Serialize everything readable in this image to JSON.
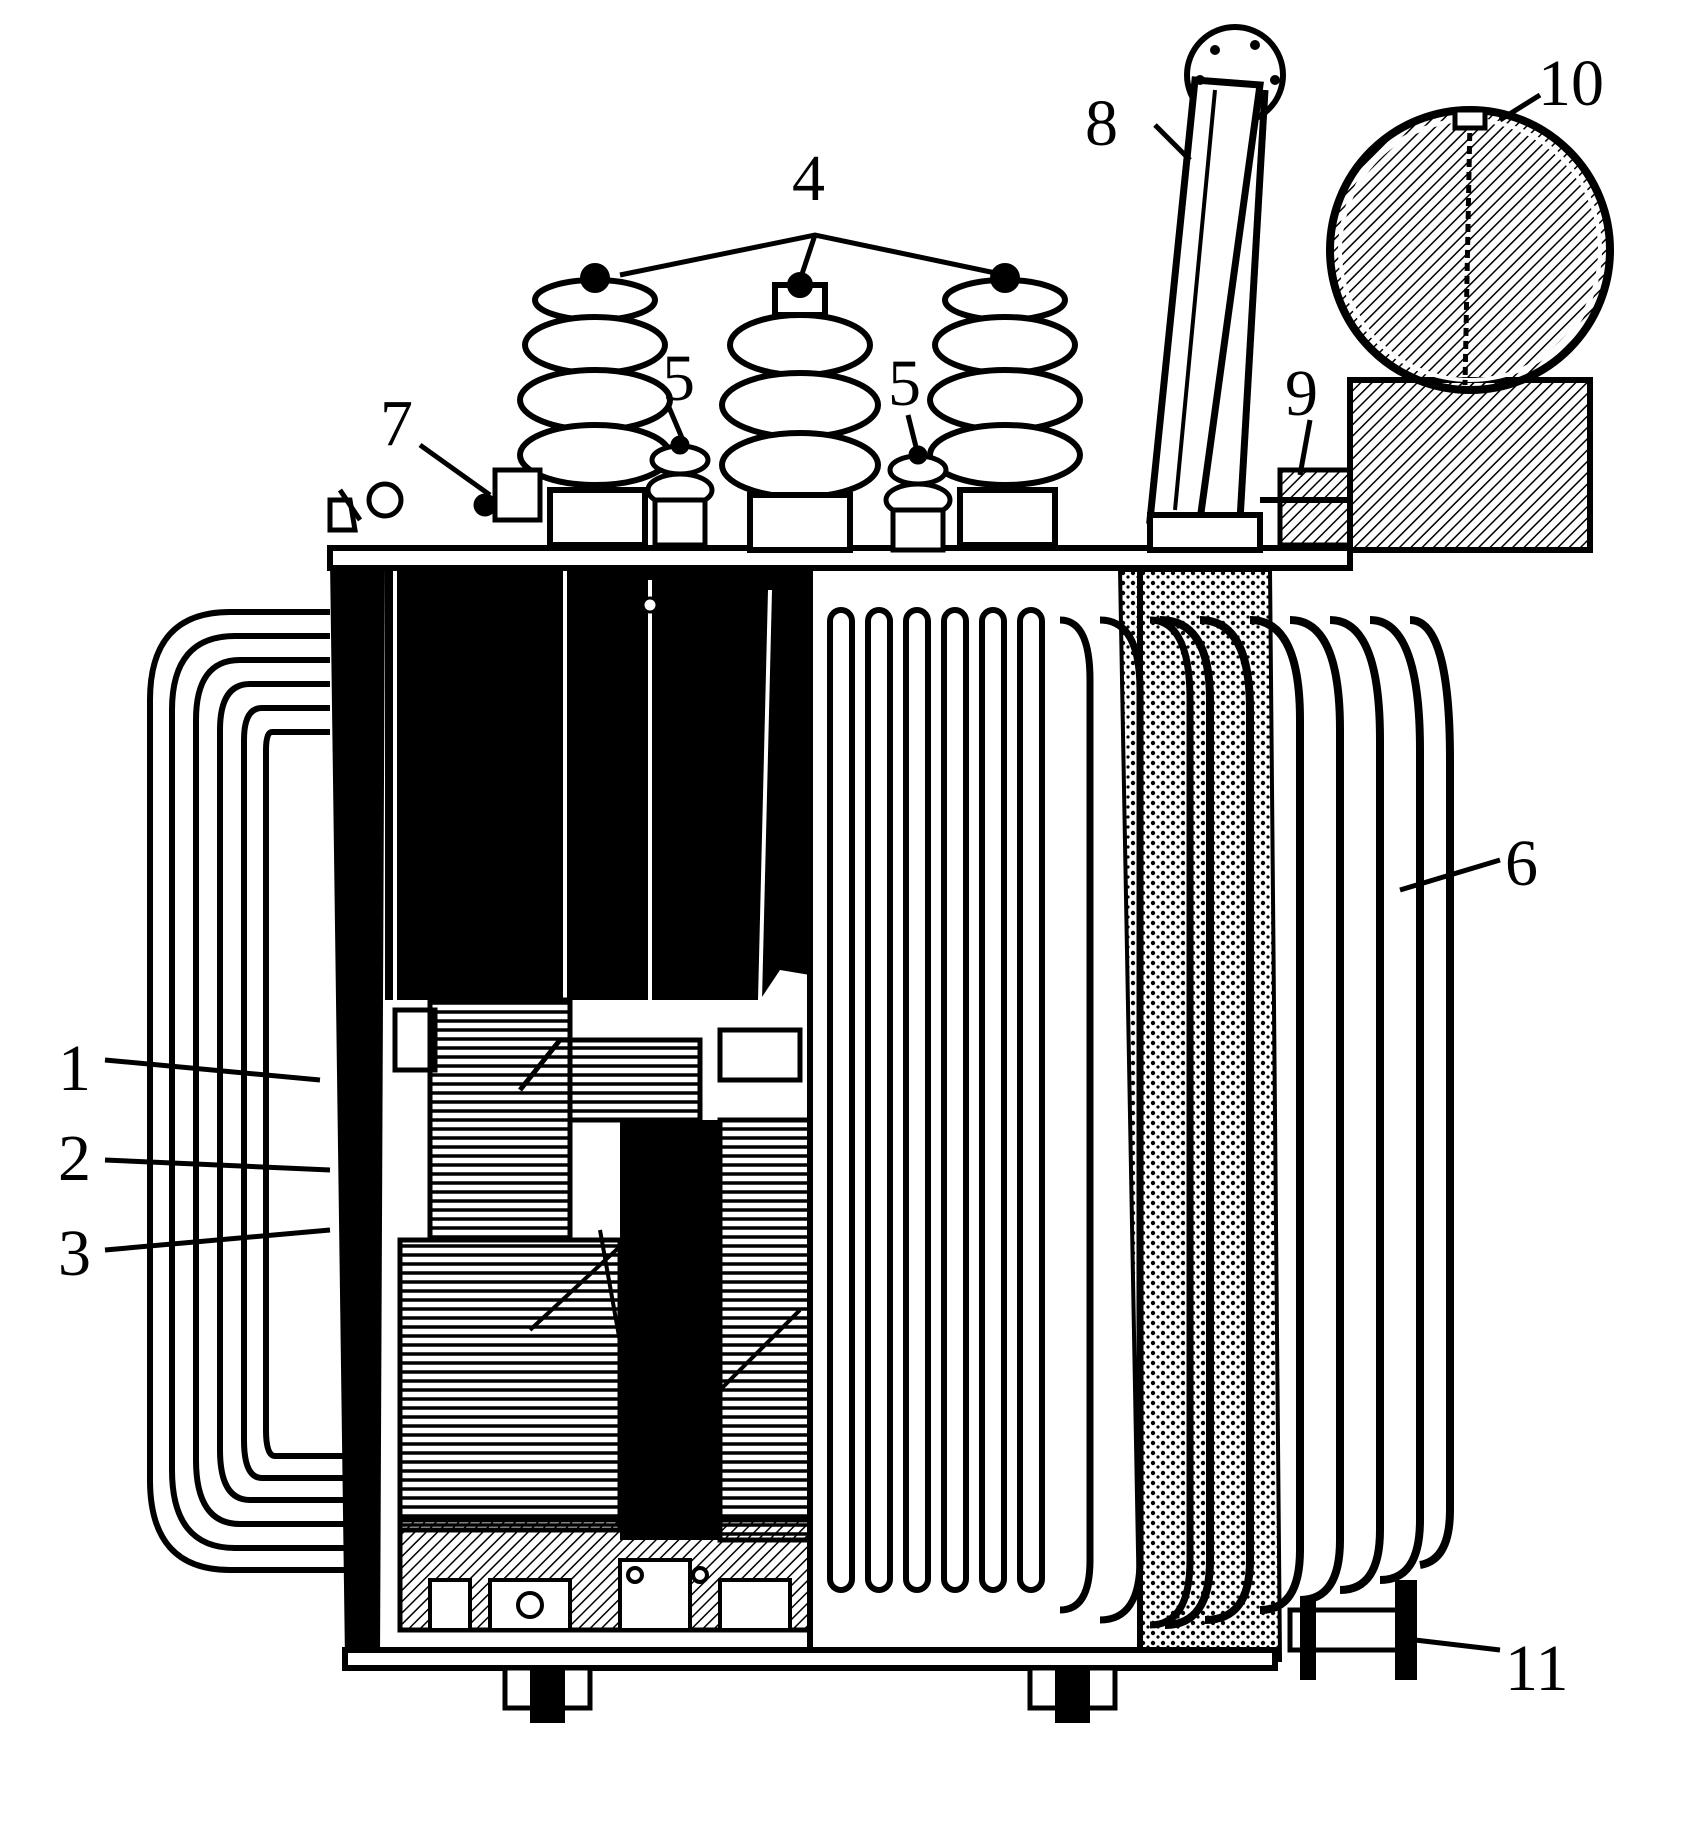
{
  "labels": {
    "n1": "1",
    "n2": "2",
    "n3": "3",
    "n4": "4",
    "n5a": "5",
    "n5b": "5",
    "n6": "6",
    "n7": "7",
    "n8": "8",
    "n9": "9",
    "n10": "10",
    "n11": "11"
  },
  "colors": {
    "ink": "#000000",
    "paper": "#ffffff"
  }
}
